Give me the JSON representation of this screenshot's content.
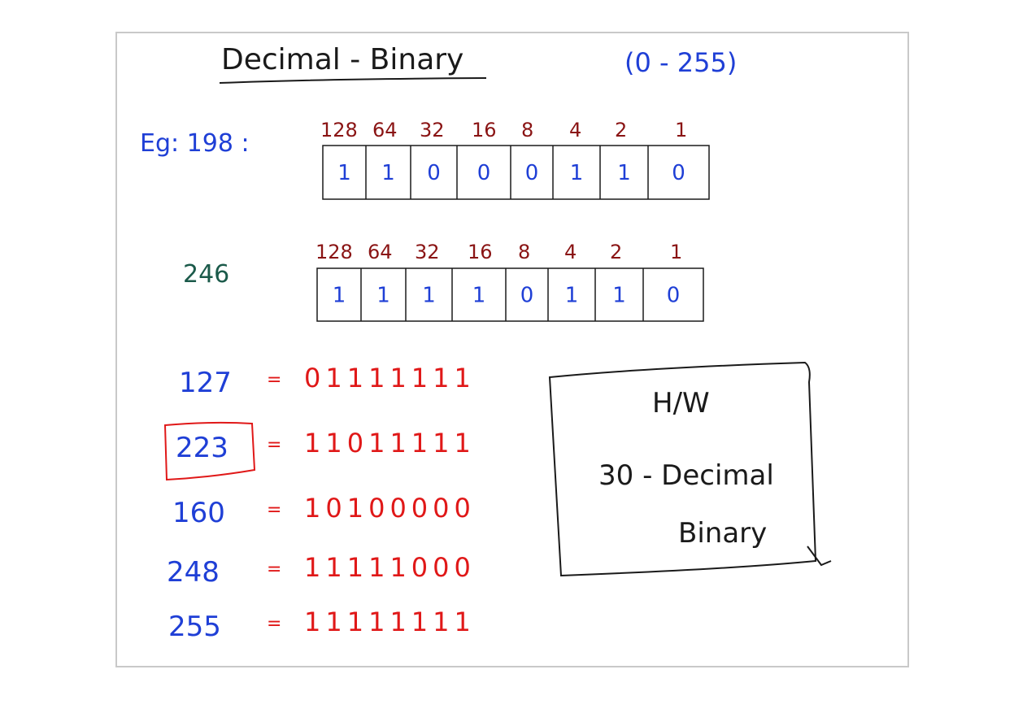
{
  "title": "Decimal - Binary",
  "range": "(0 - 255)",
  "example1": {
    "label": "Eg: 198 :",
    "weights": [
      "128",
      "64",
      "32",
      "16",
      "8",
      "4",
      "2",
      "1"
    ],
    "bits": [
      "1",
      "1",
      "0",
      "0",
      "0",
      "1",
      "1",
      "0"
    ]
  },
  "example2": {
    "label": "246",
    "weights": [
      "128",
      "64",
      "32",
      "16",
      "8",
      "4",
      "2",
      "1"
    ],
    "bits": [
      "1",
      "1",
      "1",
      "1",
      "0",
      "1",
      "1",
      "0"
    ]
  },
  "conversions": [
    {
      "decimal": "127",
      "eq": "=",
      "binary": "01111111"
    },
    {
      "decimal": "223",
      "eq": "=",
      "binary": "11011111"
    },
    {
      "decimal": "160",
      "eq": "=",
      "binary": "10100000"
    },
    {
      "decimal": "248",
      "eq": "=",
      "binary": "11111000"
    },
    {
      "decimal": "255",
      "eq": "=",
      "binary": "11111111"
    }
  ],
  "homework": {
    "line1": "H/W",
    "line2": "30 - Decimal",
    "line3": "Binary"
  },
  "colors": {
    "blue": "#1f3fd6",
    "dark_red": "#8a1414",
    "red": "#e01818",
    "teal": "#1b5a4a",
    "border": "#c9c9c9"
  }
}
